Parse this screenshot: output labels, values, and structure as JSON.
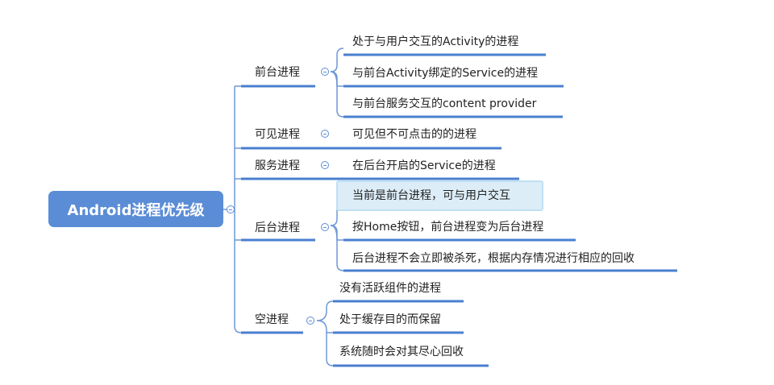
{
  "root": {
    "label": "Android进程优先级"
  },
  "branches": [
    {
      "label": "前台进程",
      "children": [
        "处于与用户交互的Activity的进程",
        "与前台Activity绑定的Service的进程",
        "与前台服务交互的content provider"
      ]
    },
    {
      "label": "可见进程",
      "children": [
        "可见但不可点击的的进程"
      ]
    },
    {
      "label": "服务进程",
      "children": [
        "在后台开启的Service的进程"
      ]
    },
    {
      "label": "后台进程",
      "children": [
        "当前是前台进程，可与用户交互",
        "按Home按钮，前台进程变为后台进程",
        "后台进程不会立即被杀死，根据内存情况进行相应的回收"
      ]
    },
    {
      "label": "空进程",
      "children": [
        "没有活跃组件的进程",
        "处于缓存目的而保留",
        "系统随时会对其尽心回收"
      ]
    }
  ],
  "colors": {
    "accent": "#5b8dd6",
    "line": "#6e98d8",
    "selection": "#dcedf8"
  }
}
